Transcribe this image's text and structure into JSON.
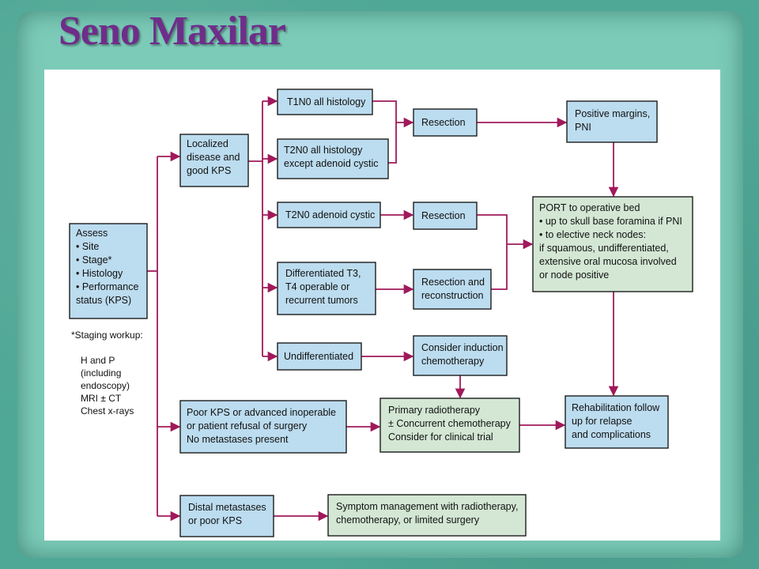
{
  "title": "Seno Maxilar",
  "colors": {
    "accent_title": "#6f2d8a",
    "arrow": "#a0195a",
    "box_blue": "#bcdcef",
    "box_green": "#d3e7d4"
  },
  "nodes": {
    "assess": [
      "Assess",
      "• Site",
      "• Stage*",
      "• Histology",
      "• Performance",
      "   status (KPS)"
    ],
    "staging_note": [
      "*Staging workup:",
      "",
      "H and P",
      "(including",
      "endoscopy)",
      "MRI ± CT",
      "Chest x-rays"
    ],
    "localized": [
      "Localized",
      "disease and",
      "good KPS"
    ],
    "t1n0": [
      "T1N0 all histology"
    ],
    "t2n0_all": [
      "T2N0 all histology",
      "except adenoid cystic"
    ],
    "t2n0_adenoid": [
      "T2N0 adenoid cystic"
    ],
    "differentiated": [
      "Differentiated T3,",
      "T4 operable or",
      "recurrent tumors"
    ],
    "undifferentiated": [
      "Undifferentiated"
    ],
    "resection_1": [
      "Resection"
    ],
    "resection_2": [
      "Resection"
    ],
    "resection_reconstruction": [
      "Resection and",
      "reconstruction"
    ],
    "induction": [
      "Consider induction",
      "chemotherapy"
    ],
    "positive_margins": [
      "Positive margins,",
      "PNI"
    ],
    "port": [
      "PORT to operative bed",
      "• up to skull base foramina if PNI",
      "• to elective neck nodes:",
      "   if squamous, undifferentiated,",
      "   extensive oral mucosa involved",
      "   or node positive"
    ],
    "poor_kps": [
      "Poor KPS or advanced inoperable",
      "or patient refusal of surgery",
      "No metastases present"
    ],
    "primary_rt": [
      "Primary radiotherapy",
      "± Concurrent chemotherapy",
      "Consider for clinical trial"
    ],
    "rehab": [
      "Rehabilitation follow",
      "up for relapse",
      "and complications"
    ],
    "distal": [
      "Distal metastases",
      "or poor KPS"
    ],
    "symptom": [
      "Symptom management with radiotherapy,",
      "chemotherapy, or limited surgery"
    ]
  }
}
